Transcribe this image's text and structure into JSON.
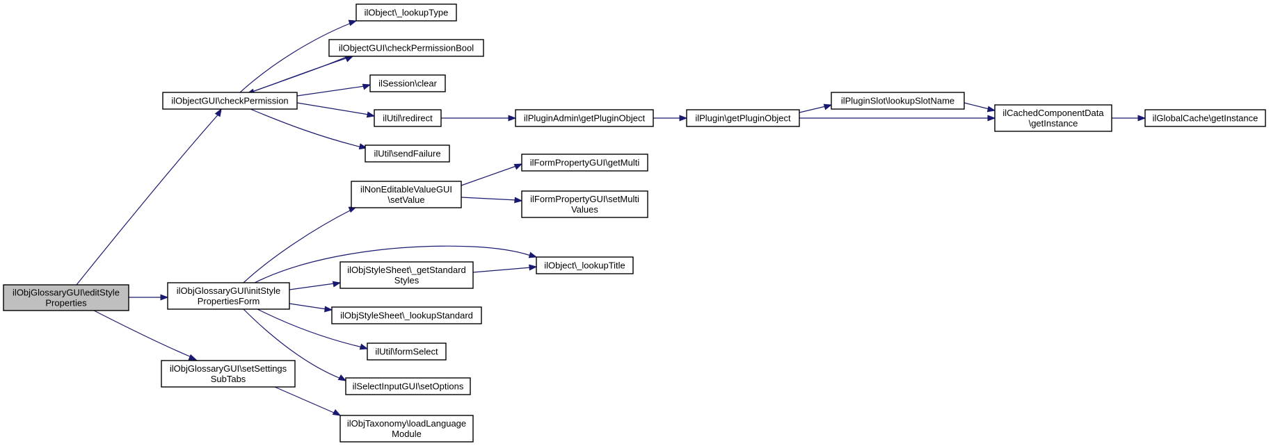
{
  "nodes": [
    {
      "id": "root",
      "lines": [
        "ilObjGlossaryGUI\\editStyle",
        "Properties"
      ],
      "root": true
    },
    {
      "id": "checkPermission",
      "lines": [
        "ilObjectGUI\\checkPermission"
      ]
    },
    {
      "id": "initStyle",
      "lines": [
        "ilObjGlossaryGUI\\initStyle",
        "PropertiesForm"
      ]
    },
    {
      "id": "setSettings",
      "lines": [
        "ilObjGlossaryGUI\\setSettings",
        "SubTabs"
      ]
    },
    {
      "id": "lookupType",
      "lines": [
        "ilObject\\_lookupType"
      ]
    },
    {
      "id": "checkPermissionBool",
      "lines": [
        "ilObjectGUI\\checkPermissionBool"
      ]
    },
    {
      "id": "sessionClear",
      "lines": [
        "ilSession\\clear"
      ]
    },
    {
      "id": "redirect",
      "lines": [
        "ilUtil\\redirect"
      ]
    },
    {
      "id": "sendFailure",
      "lines": [
        "ilUtil\\sendFailure"
      ]
    },
    {
      "id": "pluginAdminGet",
      "lines": [
        "ilPluginAdmin\\getPluginObject"
      ]
    },
    {
      "id": "pluginGet",
      "lines": [
        "ilPlugin\\getPluginObject"
      ]
    },
    {
      "id": "pluginSlot",
      "lines": [
        "ilPluginSlot\\lookupSlotName"
      ]
    },
    {
      "id": "cachedComp",
      "lines": [
        "ilCachedComponentData",
        "\\getInstance"
      ]
    },
    {
      "id": "globalCache",
      "lines": [
        "ilGlobalCache\\getInstance"
      ]
    },
    {
      "id": "nonEditable",
      "lines": [
        "ilNonEditableValueGUI",
        "\\setValue"
      ]
    },
    {
      "id": "getMulti",
      "lines": [
        "ilFormPropertyGUI\\getMulti"
      ]
    },
    {
      "id": "setMulti",
      "lines": [
        "ilFormPropertyGUI\\setMulti",
        "Values"
      ]
    },
    {
      "id": "lookupTitle",
      "lines": [
        "ilObject\\_lookupTitle"
      ]
    },
    {
      "id": "getStandardStyles",
      "lines": [
        "ilObjStyleSheet\\_getStandard",
        "Styles"
      ]
    },
    {
      "id": "lookupStandard",
      "lines": [
        "ilObjStyleSheet\\_lookupStandard"
      ]
    },
    {
      "id": "formSelect",
      "lines": [
        "ilUtil\\formSelect"
      ]
    },
    {
      "id": "setOptions",
      "lines": [
        "ilSelectInputGUI\\setOptions"
      ]
    },
    {
      "id": "loadLanguage",
      "lines": [
        "ilObjTaxonomy\\loadLanguage",
        "Module"
      ]
    }
  ],
  "edges": [
    [
      "root",
      "checkPermission"
    ],
    [
      "root",
      "initStyle"
    ],
    [
      "root",
      "setSettings"
    ],
    [
      "checkPermission",
      "lookupType"
    ],
    [
      "checkPermission",
      "checkPermissionBool"
    ],
    [
      "checkPermission",
      "sessionClear"
    ],
    [
      "checkPermission",
      "redirect"
    ],
    [
      "checkPermission",
      "sendFailure"
    ],
    [
      "checkPermissionBool",
      "checkPermission"
    ],
    [
      "redirect",
      "pluginAdminGet"
    ],
    [
      "pluginAdminGet",
      "pluginGet"
    ],
    [
      "pluginGet",
      "pluginSlot"
    ],
    [
      "pluginGet",
      "cachedComp"
    ],
    [
      "pluginSlot",
      "cachedComp"
    ],
    [
      "cachedComp",
      "globalCache"
    ],
    [
      "initStyle",
      "nonEditable"
    ],
    [
      "initStyle",
      "lookupTitle"
    ],
    [
      "initStyle",
      "getStandardStyles"
    ],
    [
      "initStyle",
      "lookupStandard"
    ],
    [
      "initStyle",
      "formSelect"
    ],
    [
      "initStyle",
      "setOptions"
    ],
    [
      "nonEditable",
      "getMulti"
    ],
    [
      "nonEditable",
      "setMulti"
    ],
    [
      "getStandardStyles",
      "lookupTitle"
    ],
    [
      "setSettings",
      "loadLanguage"
    ]
  ]
}
